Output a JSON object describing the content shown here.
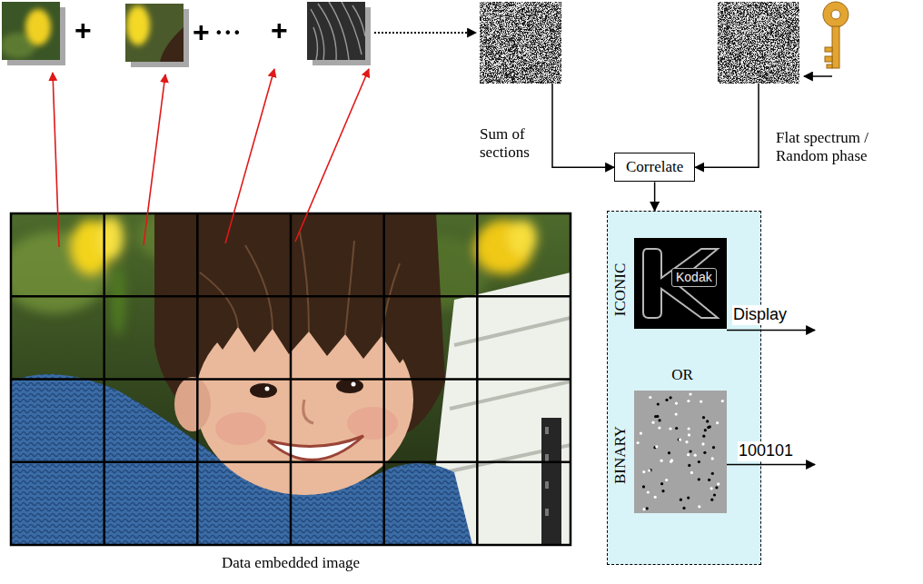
{
  "diagram": {
    "caption": "Data embedded image",
    "nodes": [
      {
        "text": [
          "Sum of sections"
        ]
      },
      {
        "text": [
          "Flat spectrum / Random phase"
        ]
      },
      {
        "text": [
          "Correlate"
        ]
      },
      {
        "text": [
          "ICONIC",
          "OR",
          "BINARY"
        ]
      },
      {
        "text": [
          "Kodak"
        ],
        "in": 3
      }
    ],
    "edges": [
      {
        "from": 0,
        "to": 2,
        "arrow": "to"
      },
      {
        "from": 1,
        "to": 2,
        "arrow": "to"
      },
      {
        "from": 2,
        "to": 3,
        "arrow": "to"
      }
    ],
    "labels": [
      "+",
      "+",
      "• • •",
      "+",
      "Display",
      "100101"
    ]
  }
}
